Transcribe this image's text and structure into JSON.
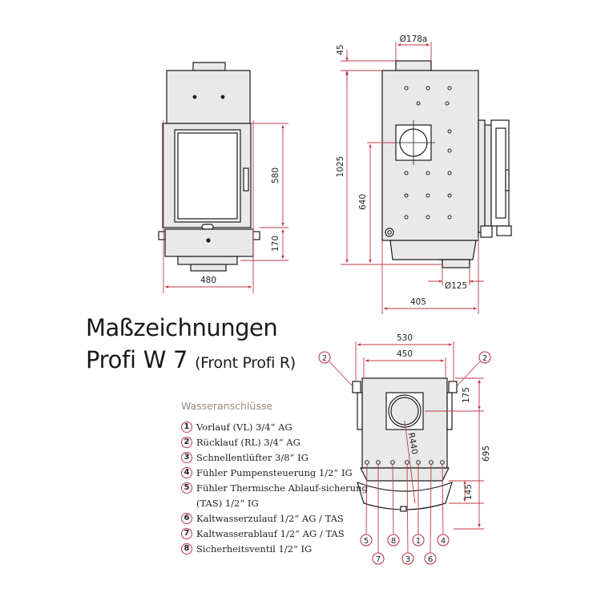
{
  "title": {
    "line1": "Maßzeichnungen",
    "line2": "Profi W 7",
    "line2_sub": "(Front Profi R)"
  },
  "legend": {
    "heading": "Wasseranschlüsse",
    "items": [
      {
        "num": "1",
        "text": "Vorlauf (VL) 3/4“ AG"
      },
      {
        "num": "2",
        "text": "Rücklauf (RL) 3/4“ AG"
      },
      {
        "num": "3",
        "text": "Schnellentlüfter 3/8“ IG"
      },
      {
        "num": "4",
        "text": "Fühler Pumpensteuerung 1/2“ IG"
      },
      {
        "num": "5",
        "text": "Fühler Thermische Ablauf-sicherung (TAS) 1/2“ IG"
      },
      {
        "num": "6",
        "text": "Kaltwasserzulauf 1/2“ AG / TAS"
      },
      {
        "num": "7",
        "text": "Kaltwasserablauf 1/2“ AG / TAS"
      },
      {
        "num": "8",
        "text": "Sicherheitsventil 1/2“ IG"
      }
    ]
  },
  "dimensions": {
    "front_width": "480",
    "front_door_height": "580",
    "front_bottom_height": "170",
    "side_top_offset": "45",
    "side_flue": "Ø178a",
    "side_total_height": "1025",
    "side_height_640": "640",
    "side_bottom_flue": "Ø125",
    "side_depth": "405",
    "top_width_outer": "530",
    "top_width_inner": "450",
    "top_depth_175": "175",
    "top_depth_695": "695",
    "top_depth_145": "145",
    "top_radius": "R440"
  },
  "callouts": {
    "top_left": "2",
    "top_right": "2",
    "bottom": [
      "5",
      "7",
      "8",
      "3",
      "1",
      "6",
      "4"
    ]
  },
  "colors": {
    "dimension": "#c0394a",
    "outline": "#1a1a1a",
    "fill": "#e9e9e9",
    "legend_heading": "#9a8c80"
  }
}
